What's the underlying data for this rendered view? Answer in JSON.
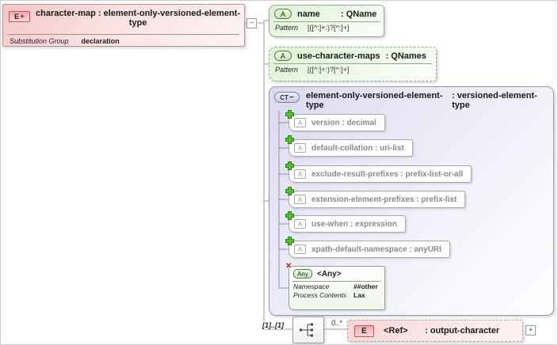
{
  "colors": {
    "element_fill": "#f5c6c6",
    "element_border": "#b89090",
    "element_icon_border": "#c25555",
    "attribute_fill": "#daf2cf",
    "attribute_border": "#96a694",
    "complex_type_fill": "#dadaf0",
    "complex_type_border": "#9595b0",
    "inner_attr_text": "#8b8b8b",
    "plus_icon_green": "#54c22c",
    "x_icon_red": "#c32222",
    "wire": "#9a9a9a"
  },
  "icons": {
    "collapse": "−",
    "expand": "+",
    "red_x": "✕"
  },
  "element_box": {
    "icon": {
      "letter": "E",
      "plus": "+"
    },
    "name": "character-map",
    "type": ": element-only-versioned-element-type",
    "substitution": {
      "label": "Substitution Group",
      "value": "declaration"
    }
  },
  "name_attr": {
    "icon": "A",
    "name": "name",
    "type": ": QName",
    "pattern_label": "Pattern",
    "pattern_value": "[([^:]+:)?[^:]+]"
  },
  "maps_attr": {
    "icon": "A",
    "name": "use-character-maps",
    "type": ": QNames",
    "pattern_label": "Pattern",
    "pattern_value": "[([^:]+:)?[^:]+]"
  },
  "complex_type": {
    "icon": {
      "letters": "CT",
      "minus": "−"
    },
    "name": "element-only-versioned-element-type",
    "type": ": versioned-element-type",
    "attributes": [
      {
        "icon": "A",
        "text": "version : decimal"
      },
      {
        "icon": "A",
        "text": "default-collation : uri-list"
      },
      {
        "icon": "A",
        "text": "exclude-result-prefixes : prefix-list-or-all"
      },
      {
        "icon": "A",
        "text": "extension-element-prefixes : prefix-list"
      },
      {
        "icon": "A",
        "text": "use-when : expression"
      },
      {
        "icon": "A",
        "text": "xpath-default-namespace : anyURI"
      }
    ],
    "any": {
      "badge": "Any",
      "title": "<Any>",
      "rows": [
        {
          "label": "Namespace",
          "value": "##other"
        },
        {
          "label": "Process Contents",
          "value": "Lax"
        }
      ]
    }
  },
  "content": {
    "cardinality_parent": "[1]..[1]",
    "cardinality_child": "0..*",
    "ref": {
      "icon": "E",
      "name": "<Ref>",
      "type": ": output-character"
    }
  }
}
